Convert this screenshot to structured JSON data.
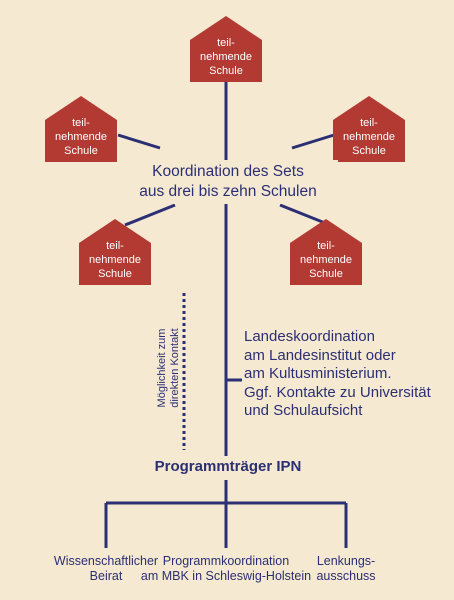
{
  "houses": {
    "top": "teil-\nnehmende\nSchule",
    "left_upper": "teil-\nnehmende\nSchule",
    "right_upper": "teil-\nnehmende\nSchule",
    "left_lower": "teil-\nnehmende\nSchule",
    "right_lower": "teil-\nnehmende\nSchule"
  },
  "coordination": "Koordination des Sets\naus drei bis zehn Schulen",
  "landeskoordination": "Landeskoordination\nam Landesinstitut oder\nam Kultusministerium.\nGgf. Kontakte zu Universität\nund Schulaufsicht",
  "direct_contact": "Möglichkeit zum\ndirekten Kontakt",
  "program_owner": "Programmträger IPN",
  "bottom": {
    "beirat": "Wissenschaftlicher\nBeirat",
    "programmkoordination": "Programmkoordination\nam MBK in Schleswig-Holstein",
    "lenkung": "Lenkungs-\nausschuss"
  },
  "colors": {
    "background": "#f6e9d2",
    "house": "#b23a32",
    "line": "#2b2f73"
  }
}
